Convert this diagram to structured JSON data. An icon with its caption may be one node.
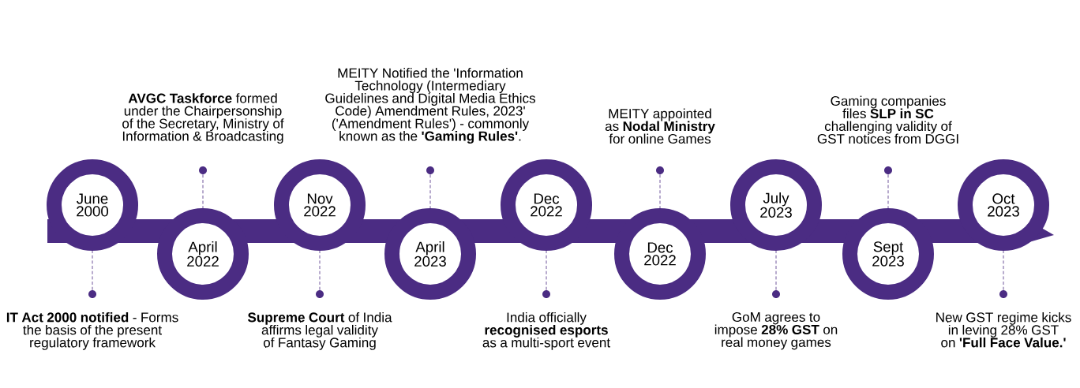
{
  "diagram": {
    "nodes": [
      {
        "text": [
          "June 2000"
        ]
      },
      {
        "text": [
          "April 2022"
        ]
      },
      {
        "text": [
          "Nov 2022"
        ]
      },
      {
        "text": [
          "April 2023"
        ]
      },
      {
        "text": [
          "Dec 2022"
        ]
      },
      {
        "text": [
          "Dec 2022"
        ]
      },
      {
        "text": [
          "July 2023"
        ]
      },
      {
        "text": [
          "Sept 2023"
        ]
      },
      {
        "text": [
          "Oct 2023"
        ]
      },
      {
        "text": [
          "**IT Act 2000 notified** - Forms the basis of the present regulatory framework"
        ]
      },
      {
        "text": [
          "**AVGC Taskforce** formed under the Chairpersonship of the Secretary, Ministry of Information & Broadcasting"
        ]
      },
      {
        "text": [
          "**Supreme Court** of India affirms legal validity of Fantasy Gaming"
        ]
      },
      {
        "text": [
          "MEITY Notified the 'Information Technology (Intermediary Guidelines and Digital Media Ethics Code) Amendment Rules, 2023' ('Amendment Rules') - commonly known as the **'Gaming Rules'**."
        ]
      },
      {
        "text": [
          "India officially **recognised esports** as a multi-sport event"
        ]
      },
      {
        "text": [
          "MEITY appointed as **Nodal Ministry** for online Games"
        ]
      },
      {
        "text": [
          "GoM agrees to impose **28% GST** on real money games"
        ]
      },
      {
        "text": [
          "Gaming companies files **SLP in SC** challenging validity of GST notices from DGGI"
        ]
      },
      {
        "text": [
          "New GST regime kicks in leving 28% GST on **'Full Face Value.'**"
        ]
      },
      {
        "text": [],
        "shape": "circle"
      },
      {
        "text": [],
        "shape": "circle"
      },
      {
        "text": [],
        "shape": "circle"
      },
      {
        "text": [],
        "shape": "circle"
      },
      {
        "text": [],
        "shape": "circle"
      },
      {
        "text": [],
        "shape": "circle"
      },
      {
        "text": [],
        "shape": "circle"
      },
      {
        "text": [],
        "shape": "circle"
      },
      {
        "text": [],
        "shape": "circle"
      }
    ],
    "edges": [
      {
        "from": 18,
        "to": 0,
        "arrow": "none",
        "style": "dashed"
      },
      {
        "from": 19,
        "to": 1,
        "arrow": "none",
        "style": "dashed"
      },
      {
        "from": 20,
        "to": 2,
        "arrow": "none",
        "style": "dashed"
      },
      {
        "from": 21,
        "to": 3,
        "arrow": "none",
        "style": "dashed"
      },
      {
        "from": 22,
        "to": 4,
        "arrow": "none",
        "style": "dashed"
      },
      {
        "from": 23,
        "to": 5,
        "arrow": "none",
        "style": "dashed"
      },
      {
        "from": 24,
        "to": 6,
        "arrow": "none",
        "style": "dashed"
      },
      {
        "from": 25,
        "to": 7,
        "arrow": "none",
        "style": "dashed"
      },
      {
        "from": 26,
        "to": 8,
        "arrow": "none",
        "style": "dashed"
      }
    ]
  }
}
